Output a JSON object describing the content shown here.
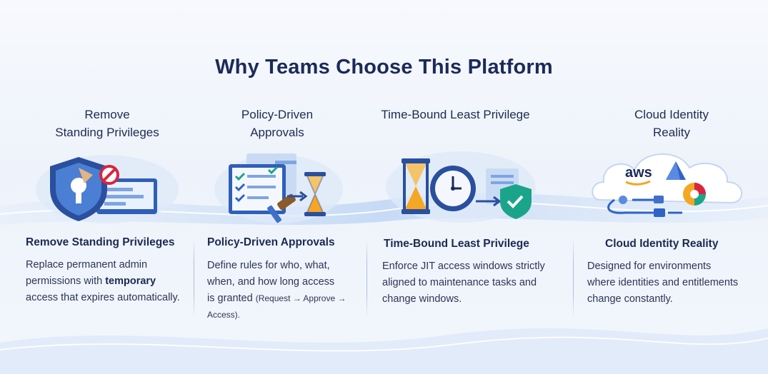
{
  "title": "Why Teams Choose This Platform",
  "columns": [
    {
      "top_label_1": "Remove",
      "top_label_2": "Standing Privileges",
      "heading": "Remove Standing Privileges",
      "body_1": "Replace permanent admin",
      "body_2a": "permissions with ",
      "body_2b": "temporary",
      "body_3": "access that expires automatically."
    },
    {
      "top_label_1": "Policy-Driven",
      "top_label_2": "Approvals",
      "heading": "Policy-Driven Approvals",
      "body_1": "Define rules for who, what,",
      "body_2": "when, and how long access",
      "body_3a": "is granted ",
      "body_3b": "(Request → Approve →",
      "body_4": "Access)."
    },
    {
      "top_label_1": "Time-Bound Least Privilege",
      "heading": "Time-Bound Least Privilege",
      "body_1": "Enforce JIT access windows strictly",
      "body_2": "aligned to maintenance tasks and",
      "body_3": "change windows."
    },
    {
      "top_label_1": "Cloud Identity",
      "top_label_2": "Reality",
      "heading": "Cloud Identity Reality",
      "body_1": "Designed for environments",
      "body_2": "where identities and entitlements",
      "body_3": "change constantly.",
      "aws_label": "aws"
    }
  ],
  "colors": {
    "navy": "#1b2a5a",
    "blue": "#2f63c9",
    "teal": "#1aa58a",
    "red": "#d7263d",
    "orange": "#f5a623",
    "brown": "#8a5a2b"
  }
}
